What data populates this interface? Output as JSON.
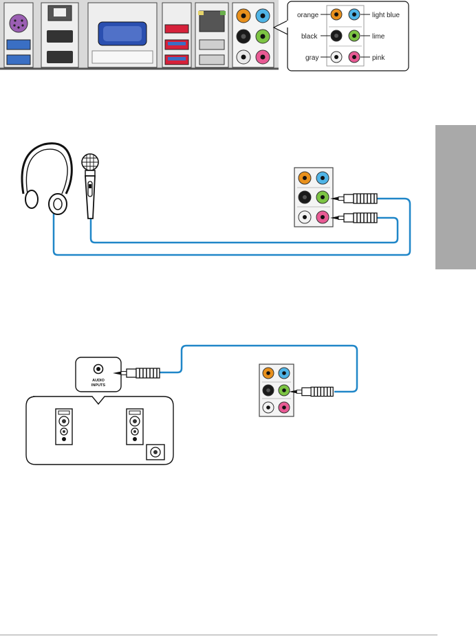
{
  "legend": {
    "orange": "orange",
    "black": "black",
    "gray": "gray",
    "light_blue": "light blue",
    "lime": "lime",
    "pink": "pink"
  },
  "speaker_box": {
    "port_label_line1": "AUDIO",
    "port_label_line2": "INPUTS"
  },
  "colors": {
    "jack_orange": "#e8901c",
    "jack_light_blue": "#4fb4e6",
    "jack_black": "#1a1a1a",
    "jack_lime": "#7cc443",
    "jack_gray": "#e9e9e9",
    "jack_pink": "#e85a94",
    "cable_blue": "#1f86c8",
    "side_tab": "#a9a9a9"
  }
}
